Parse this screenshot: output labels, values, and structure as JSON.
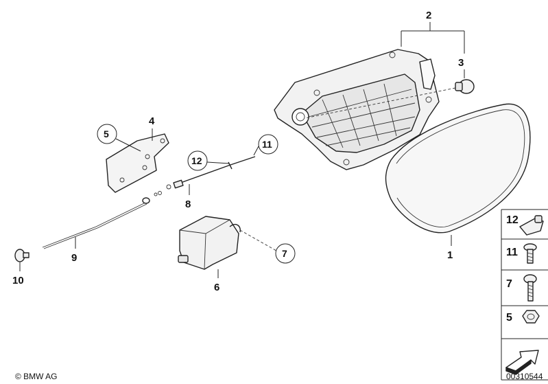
{
  "callouts": {
    "p1": "1",
    "p2": "2",
    "p3": "3",
    "p4": "4",
    "p5": "5",
    "p6": "6",
    "p7": "7",
    "p8": "8",
    "p9": "9",
    "p10": "10",
    "p11": "11",
    "p12": "12"
  },
  "side_panel": {
    "items": [
      "12",
      "11",
      "7",
      "5"
    ]
  },
  "footer": {
    "copyright": "© BMW AG",
    "diagram_id": "00310544"
  }
}
